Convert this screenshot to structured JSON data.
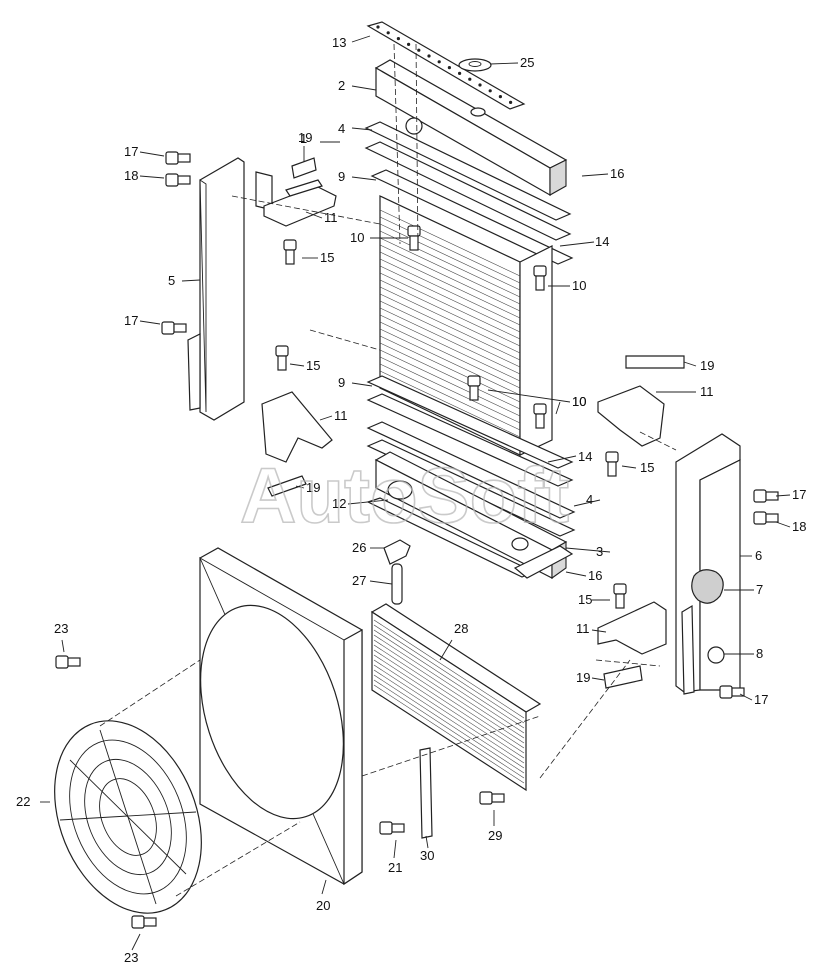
{
  "watermark": "AutoSoft",
  "callouts": [
    "1",
    "2",
    "3",
    "4",
    "4",
    "5",
    "6",
    "7",
    "8",
    "9",
    "9",
    "10",
    "10",
    "10",
    "10",
    "11",
    "11",
    "11",
    "11",
    "12",
    "13",
    "14",
    "14",
    "15",
    "15",
    "15",
    "15",
    "16",
    "16",
    "17",
    "17",
    "17",
    "17",
    "18",
    "18",
    "19",
    "19",
    "19",
    "19",
    "20",
    "21",
    "22",
    "23",
    "23",
    "25",
    "26",
    "27",
    "28",
    "29",
    "30"
  ]
}
